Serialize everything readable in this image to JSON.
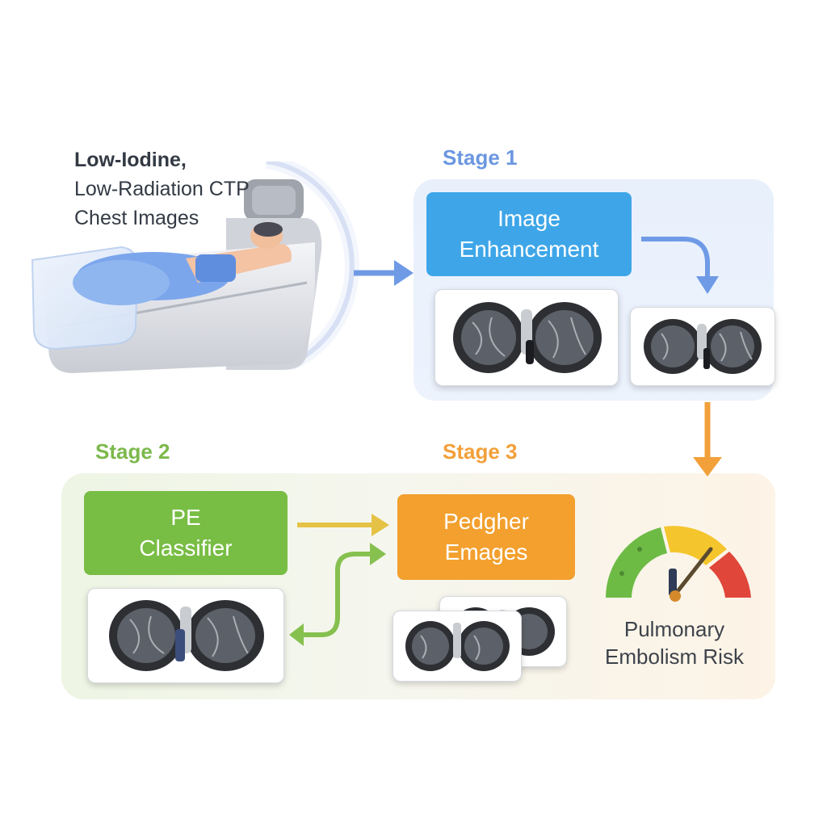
{
  "input": {
    "line1": "Low-Iodine,",
    "line2": "Low-Radiation CTP",
    "line3": "Chest Images"
  },
  "stage1": {
    "label": "Stage 1",
    "box_line1": "Image",
    "box_line2": "Enhancement"
  },
  "stage2": {
    "label": "Stage 2",
    "box_line1": "PE",
    "box_line2": "Classifier"
  },
  "stage3": {
    "label": "Stage 3",
    "box_line1": "Pedgher",
    "box_line2": "Emages"
  },
  "output": {
    "line1": "Pulmonary",
    "line2": "Embolism Risk"
  },
  "colors": {
    "stage1": "#6b97e0",
    "stage2": "#7cb94c",
    "stage3": "#f2a03a",
    "gauge_green": "#6dbb45",
    "gauge_yellow": "#f4c52c",
    "gauge_red": "#e0463a"
  },
  "icons": [
    "ct-scanner-icon",
    "lung-ct-icon",
    "risk-gauge-icon"
  ]
}
